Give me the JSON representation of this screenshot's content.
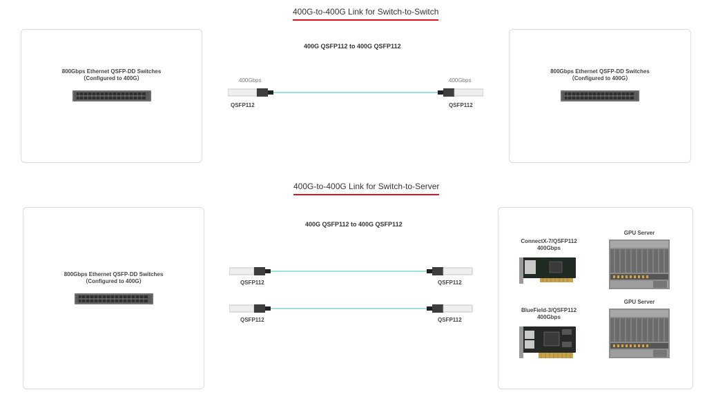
{
  "sections": [
    {
      "title": "400G-to-400G Link for Switch-to-Switch",
      "link_title": "400G QSFP112 to 400G QSFP112",
      "left_device": {
        "name": "800Gbps Ethernet QSFP-DD Switches",
        "note": "（Configured to 400G）"
      },
      "right_device": {
        "name": "800Gbps Ethernet QSFP-DD Switches",
        "note": "（Configured to 400G）"
      },
      "cable": {
        "left_rate": "400Gbps",
        "right_rate": "400Gbps",
        "left_port": "QSFP112",
        "right_port": "QSFP112"
      }
    },
    {
      "title": "400G-to-400G Link for Switch-to-Server",
      "link_title": "400G QSFP112 to 400G QSFP112",
      "left_device": {
        "name": "800Gbps Ethernet QSFP-DD Switches",
        "note": "（Configured to 400G）"
      },
      "cables": [
        {
          "left_port": "QSFP112",
          "right_port": "QSFP112"
        },
        {
          "left_port": "QSFP112",
          "right_port": "QSFP112"
        }
      ],
      "right_devices": [
        {
          "nic_name": "ConnectX-7/QSFP112",
          "nic_rate": "400Gbps",
          "server": "GPU Server"
        },
        {
          "nic_name": "BlueField-3/QSFP112",
          "nic_rate": "400Gbps",
          "server": "GPU Server"
        }
      ]
    }
  ],
  "colors": {
    "accent": "#d9141e",
    "fiber": "#7fd6d6",
    "border": "#dcdcdc"
  }
}
